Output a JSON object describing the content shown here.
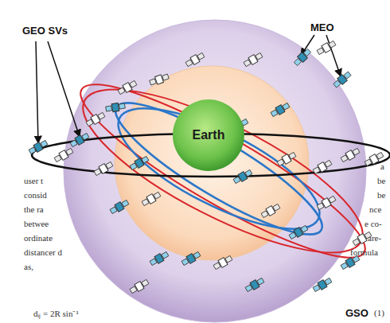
{
  "diagram": {
    "nodes": [
      {
        "text": [
          "Earth"
        ]
      }
    ],
    "labels": [
      "GEO SVs",
      "MEO",
      "GSO",
      "user t",
      "consid",
      "the ra",
      "betwee",
      "ordinate",
      "distancer d",
      "as,",
      "a",
      "be",
      "be",
      "nce",
      "e co-",
      "are-",
      "formula",
      "dᵢⱼ = 2R sin⁻¹",
      "(1)"
    ]
  }
}
